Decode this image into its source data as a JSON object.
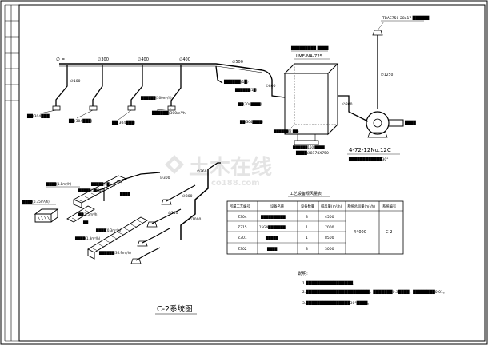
{
  "upper_system": {
    "pipe_labels": [
      "∅100",
      "∅300",
      "∅400",
      "∅400",
      "∅500",
      "∅800",
      "∅800",
      "∅1250"
    ],
    "top_label": "∅ =",
    "fan_top_label": "TBAE750-28a17 ██████",
    "unit_label": "LMF-NA-725",
    "unit_top_label": "█████████ ████",
    "branch_labels": [
      "██████(1█)",
      "██(304████)",
      "██(304████)",
      "██████(300m³/h)",
      "██████(1█)"
    ],
    "leg_labels": [
      "██(304███)",
      "██(304███)",
      "██(304███)",
      "██████(300m³/h)"
    ],
    "unit_note_label": "██████(2 ██)",
    "base_label": "██████150 ████",
    "size_label": "████∅8178X750",
    "fan_model": "4-72-12No.12C",
    "fan_note": "████████████30°",
    "outlet_label": "████"
  },
  "lower_system": {
    "pipe_labels": [
      "∅360",
      "∅300",
      "∅200",
      "∅300",
      "∅350",
      "∅1000"
    ],
    "labels": [
      "████(1.8m³/h)",
      "████(0.75m³/h)",
      "█████(1█)",
      "████",
      "█████(1█)",
      "██(1.5m³/h)",
      "██",
      "████(0.3m³/h)",
      "████(1.3m³/h)",
      "██████(36.9m³/h)"
    ],
    "title": "C-2系统图"
  },
  "equipment_table": {
    "title": "工艺设备规风量表",
    "headers": [
      "所属工艺编号",
      "设备名称",
      "设备数量",
      "排风量(m³/h)",
      "系统总风量(m³/h)",
      "系统编号"
    ],
    "rows": [
      {
        "code": "Z304",
        "name": "██████████",
        "qty": "3",
        "flow": "4500"
      },
      {
        "code": "Z315",
        "name": "15GN███████",
        "qty": "1",
        "flow": "7000"
      },
      {
        "code": "Z301",
        "name": "█████",
        "qty": "1",
        "flow": "8500"
      },
      {
        "code": "Z302",
        "name": "████",
        "qty": "3",
        "flow": "3000"
      }
    ],
    "total": "44000",
    "system": "C-2"
  },
  "notes": {
    "heading": "说明:",
    "items": [
      "1.█████████████████。",
      "2.███████████████████████，███████0.3████；████████0.01。",
      "3.████████████████30°████。"
    ]
  },
  "watermark": {
    "brand_cn": "土木在线",
    "brand_en": "co188.com"
  }
}
